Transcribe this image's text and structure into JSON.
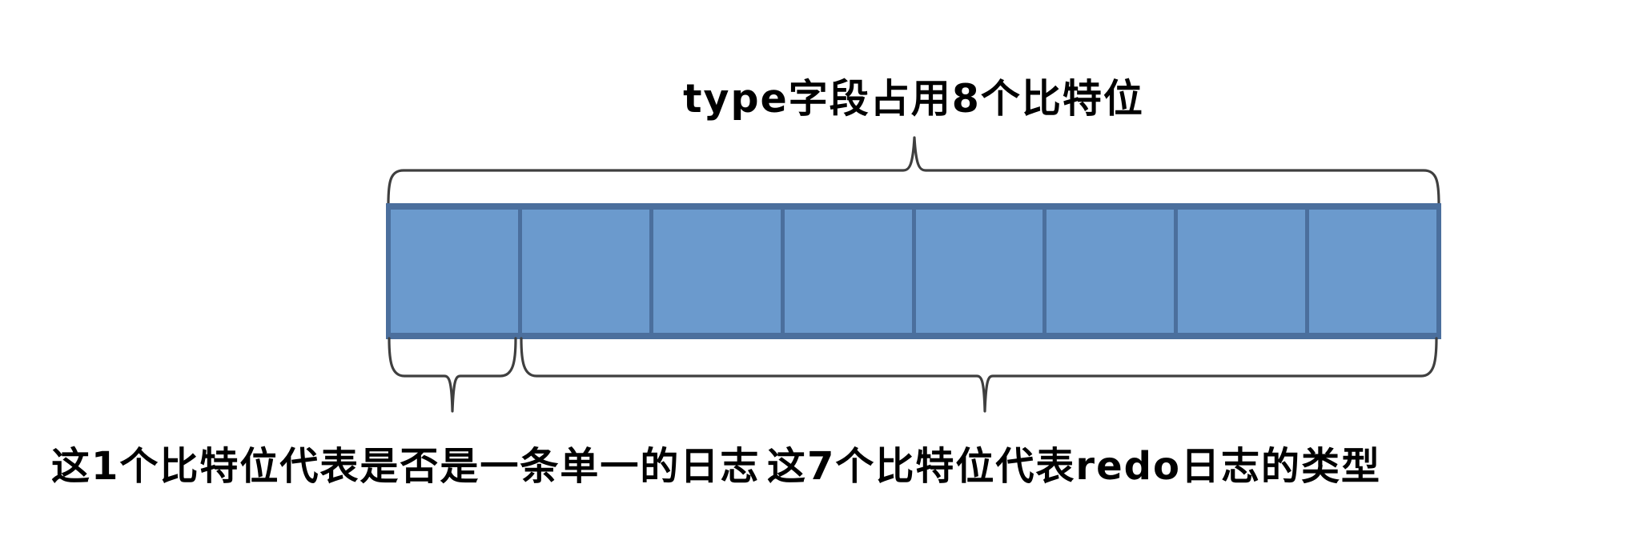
{
  "diagram": {
    "title": "type字段占用8个比特位",
    "bits": {
      "count": 8,
      "groups": [
        {
          "bits": 1,
          "label": "这1个比特位代表是否是一条单一的日志"
        },
        {
          "bits": 7,
          "label": "这7个比特位代表redo日志的类型"
        }
      ]
    },
    "colors": {
      "background": "#ffffff",
      "cell_fill": "#6b9acd",
      "cell_border": "#4b6f9d",
      "brace": "#3f3f3f",
      "text": "#000000"
    }
  }
}
